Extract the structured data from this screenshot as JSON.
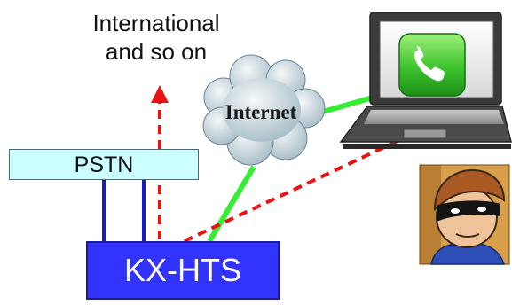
{
  "labels": {
    "international_line1": "International",
    "international_line2": "and so on",
    "pstn": "PSTN",
    "internet": "Internet",
    "kx_hts": "KX-HTS"
  },
  "icons": {
    "laptop": "laptop-icon",
    "phone_app": "phone-app-icon",
    "cloud": "cloud-icon",
    "intruder": "masked-intruder-icon"
  },
  "colors": {
    "pstn_fill": "#ccffff",
    "kx_fill": "#3333ff",
    "trunk_lines": "#1a1acc",
    "internet_link": "#33ee33",
    "intrusion_path": "#ee1111",
    "cloud": "#b8c8d0"
  }
}
